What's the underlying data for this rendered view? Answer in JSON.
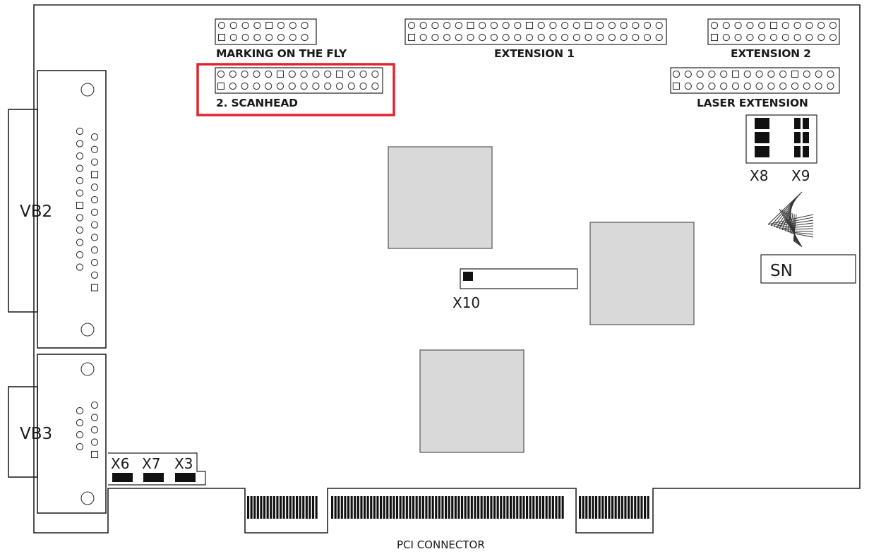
{
  "labels": {
    "marking_on_the_fly": "MARKING ON THE FLY",
    "extension_1": "EXTENSION 1",
    "extension_2": "EXTENSION 2",
    "scanhead_2": "2. SCANHEAD",
    "laser_extension": "LASER EXTENSION",
    "x8": "X8",
    "x9": "X9",
    "sn": "SN",
    "vb2": "VB2",
    "vb3": "VB3",
    "x10": "X10",
    "x6": "X6",
    "x7": "X7",
    "x3": "X3",
    "pci_connector": "PCI CONNECTOR"
  },
  "colors": {
    "highlight": "#e0242f",
    "chip_fill": "#d9d9d9",
    "line": "#222222"
  },
  "icons": {
    "logo": "scanlab-fan-logo-icon"
  }
}
